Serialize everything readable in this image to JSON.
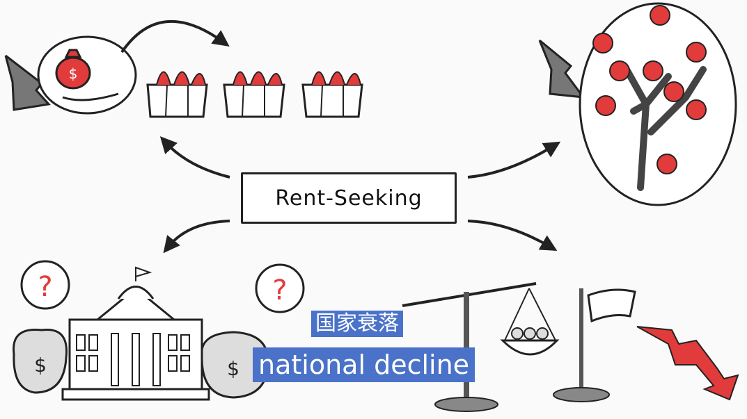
{
  "center_label": "Rent-Seeking",
  "subtitles": {
    "chinese": "国家衰落",
    "english": "national decline"
  },
  "colors": {
    "accent_red": "#e23b3b",
    "subtitle_bg": "#4a72c9",
    "ink": "#222222"
  }
}
